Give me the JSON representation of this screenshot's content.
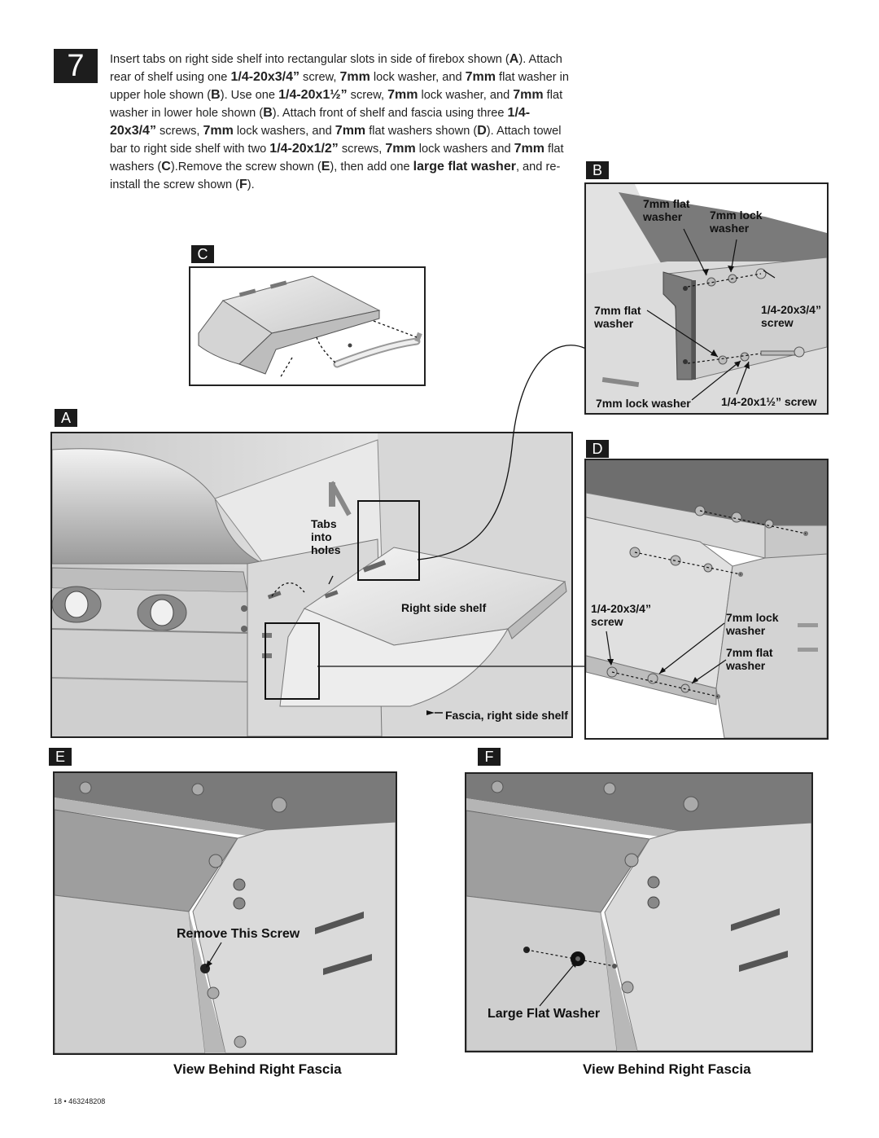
{
  "step": {
    "number": "7"
  },
  "instructions": {
    "segments": [
      {
        "t": "Insert tabs on right side shelf into rectangular slots in side of firebox shown (",
        "b": false
      },
      {
        "t": "A",
        "b": true
      },
      {
        "t": "). Attach rear of shelf using one ",
        "b": false
      },
      {
        "t": "1/4-20x3/4”",
        "b": true
      },
      {
        "t": " screw, ",
        "b": false
      },
      {
        "t": "7mm",
        "b": true
      },
      {
        "t": " lock washer, and ",
        "b": false
      },
      {
        "t": "7mm",
        "b": true
      },
      {
        "t": " flat washer in upper hole shown (",
        "b": false
      },
      {
        "t": "B",
        "b": true
      },
      {
        "t": "). Use one ",
        "b": false
      },
      {
        "t": "1/4-20x1½”",
        "b": true
      },
      {
        "t": " screw, ",
        "b": false
      },
      {
        "t": "7mm",
        "b": true
      },
      {
        "t": " lock washer, and ",
        "b": false
      },
      {
        "t": "7mm",
        "b": true
      },
      {
        "t": " flat washer in lower hole shown (",
        "b": false
      },
      {
        "t": "B",
        "b": true
      },
      {
        "t": "). Attach front of shelf and fascia using three ",
        "b": false
      },
      {
        "t": "1/4-20x3/4”",
        "b": true
      },
      {
        "t": " screws, ",
        "b": false
      },
      {
        "t": "7mm",
        "b": true
      },
      {
        "t": " lock washers, and ",
        "b": false
      },
      {
        "t": "7mm",
        "b": true
      },
      {
        "t": " flat washers shown (",
        "b": false
      },
      {
        "t": "D",
        "b": true
      },
      {
        "t": "). Attach towel bar to right side shelf with two ",
        "b": false
      },
      {
        "t": "1/4-20x1/2”",
        "b": true
      },
      {
        "t": " screws, ",
        "b": false
      },
      {
        "t": "7mm",
        "b": true
      },
      {
        "t": " lock washers and ",
        "b": false
      },
      {
        "t": "7mm",
        "b": true
      },
      {
        "t": " flat washers (",
        "b": false
      },
      {
        "t": "C",
        "b": true
      },
      {
        "t": ").Remove the screw shown (",
        "b": false
      },
      {
        "t": "E",
        "b": true
      },
      {
        "t": "), then add one ",
        "b": false
      },
      {
        "t": "large flat washer",
        "b": true
      },
      {
        "t": ", and re-install the screw shown (",
        "b": false
      },
      {
        "t": "F",
        "b": true
      },
      {
        "t": ").",
        "b": false
      }
    ]
  },
  "figures": {
    "A": {
      "tag": "A",
      "tabs_label_1": "Tabs",
      "tabs_label_2": "into",
      "tabs_label_3": "holes",
      "shelf_label": "Right side shelf",
      "fascia_label": "Fascia, right side shelf"
    },
    "B": {
      "tag": "B",
      "flat_washer_top_1": "7mm flat",
      "flat_washer_top_2": "washer",
      "lock_washer_top_1": "7mm lock",
      "lock_washer_top_2": "washer",
      "flat_washer_mid_1": "7mm flat",
      "flat_washer_mid_2": "washer",
      "screw_top_1": "1/4-20x3/4”",
      "screw_top_2": "screw",
      "lock_washer_bottom": "7mm lock washer",
      "screw_bottom": "1/4-20x1½” screw"
    },
    "C": {
      "tag": "C"
    },
    "D": {
      "tag": "D",
      "screw_1": "1/4-20x3/4”",
      "screw_2": "screw",
      "lock_1": "7mm lock",
      "lock_2": "washer",
      "flat_1": "7mm flat",
      "flat_2": "washer"
    },
    "E": {
      "tag": "E",
      "label": "Remove This Screw",
      "caption": "View Behind Right Fascia"
    },
    "F": {
      "tag": "F",
      "label": "Large Flat Washer",
      "caption": "View Behind Right Fascia"
    }
  },
  "footer": {
    "text": "18 • 463248208"
  }
}
